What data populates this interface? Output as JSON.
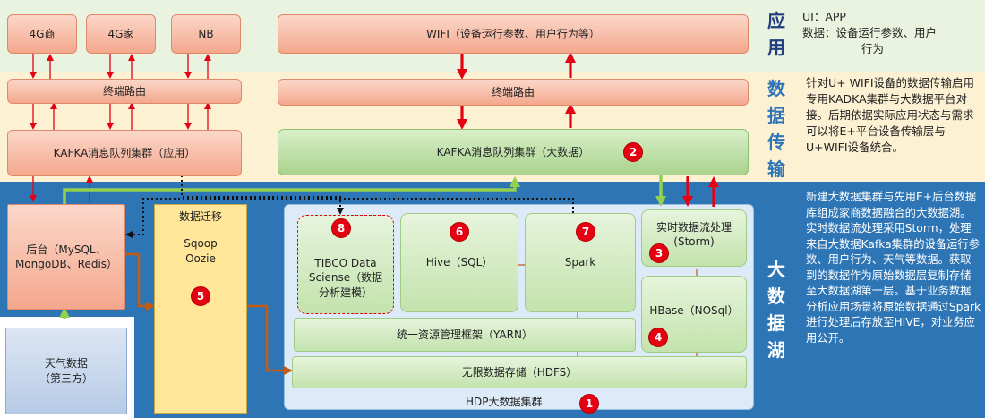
{
  "layers": {
    "app_label": "应用",
    "transport_label": "数据传输",
    "lake_label": "大数据湖"
  },
  "app_notes": {
    "line1": "UI：APP",
    "line2": "数据：设备运行参数、用户",
    "line3": "行为"
  },
  "transport_note": "针对U+ WIFI设备的数据传输启用专用KADKA集群与大数据平台对接。后期依据实际应用状态与需求可以将E+平台设备传输层与U+WIFI设备统合。",
  "lake_note": "新建大数据集群与先用E+后台数据库组成家商数据融合的大数据湖。实时数据流处理采用Storm，处理来自大数据Kafka集群的设备运行参数、用户行为、天气等数据。获取到的数据作为原始数据层复制存储至大数据湖第一层。基于业务数据分析应用场景将原始数据通过Spark进行处理后存放至HIVE，对业务应用公开。",
  "boxes": {
    "g4_shang": "4G商",
    "g4_jia": "4G家",
    "nb": "NB",
    "wifi": "WIFI（设备运行参数、用户行为等）",
    "router_left": "终端路由",
    "router_right": "终端路由",
    "kafka_app": "KAFKA消息队列集群（应用）",
    "kafka_bigdata": "KAFKA消息队列集群（大数据）",
    "backend": "后台（MySQL、MongoDB、Redis）",
    "weather_l1": "天气数据",
    "weather_l2": "（第三方）",
    "migration_title": "数据迁移",
    "migration_tools_l1": "Sqoop",
    "migration_tools_l2": "Oozie",
    "tibco": "TIBCO Data Sciense（数据分析建模）",
    "hive": "Hive（SQL）",
    "spark": "Spark",
    "storm": "实时数据流处理(Storm)",
    "hbase": "HBase（NOSql）",
    "yarn": "统一资源管理框架（YARN）",
    "hdfs": "无限数据存储（HDFS）",
    "hdp": "HDP大数据集群"
  },
  "badges": {
    "b1": "1",
    "b2": "2",
    "b3": "3",
    "b4": "4",
    "b5": "5",
    "b6": "6",
    "b7": "7",
    "b8": "8"
  },
  "colors": {
    "app_band": "#eaf3df",
    "transport_band": "#fdf1d3",
    "lake_band": "#2e75b6",
    "accent_red": "#e50012"
  }
}
